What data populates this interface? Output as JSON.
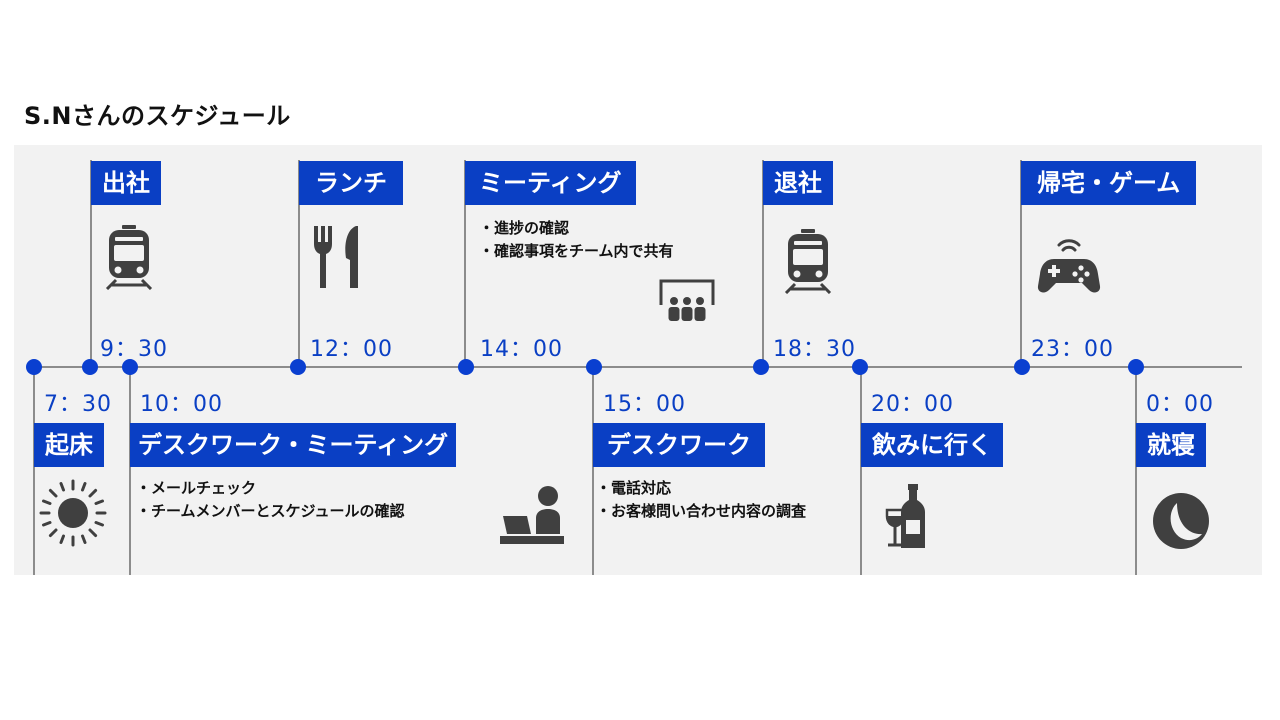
{
  "title": "S.Nさんのスケジュール",
  "colors": {
    "accent": "#0a3fc4",
    "line": "#8c8c8c",
    "icon": "#404040",
    "panel": "#f2f2f2"
  },
  "events": [
    {
      "time": "7：30",
      "label": "起床",
      "icon": "sun-icon",
      "notes": []
    },
    {
      "time": "9：30",
      "label": "出社",
      "icon": "train-icon",
      "notes": []
    },
    {
      "time": "10：00",
      "label": "デスクワーク・ミーティング",
      "icon": "desk-worker-icon",
      "notes": [
        "・メールチェック",
        "・チームメンバーとスケジュールの確認"
      ]
    },
    {
      "time": "12：00",
      "label": "ランチ",
      "icon": "fork-knife-icon",
      "notes": []
    },
    {
      "time": "14：00",
      "label": "ミーティング",
      "icon": "meeting-icon",
      "notes": [
        "・進捗の確認",
        "・確認事項をチーム内で共有"
      ]
    },
    {
      "time": "15：00",
      "label": "デスクワーク",
      "icon": "",
      "notes": [
        "・電話対応",
        "・お客様問い合わせ内容の調査"
      ]
    },
    {
      "time": "18：30",
      "label": "退社",
      "icon": "train-icon",
      "notes": []
    },
    {
      "time": "20：00",
      "label": "飲みに行く",
      "icon": "wine-icon",
      "notes": []
    },
    {
      "time": "23：00",
      "label": "帰宅・ゲーム",
      "icon": "gamepad-icon",
      "notes": []
    },
    {
      "time": "0：00",
      "label": "就寝",
      "icon": "moon-icon",
      "notes": []
    }
  ]
}
